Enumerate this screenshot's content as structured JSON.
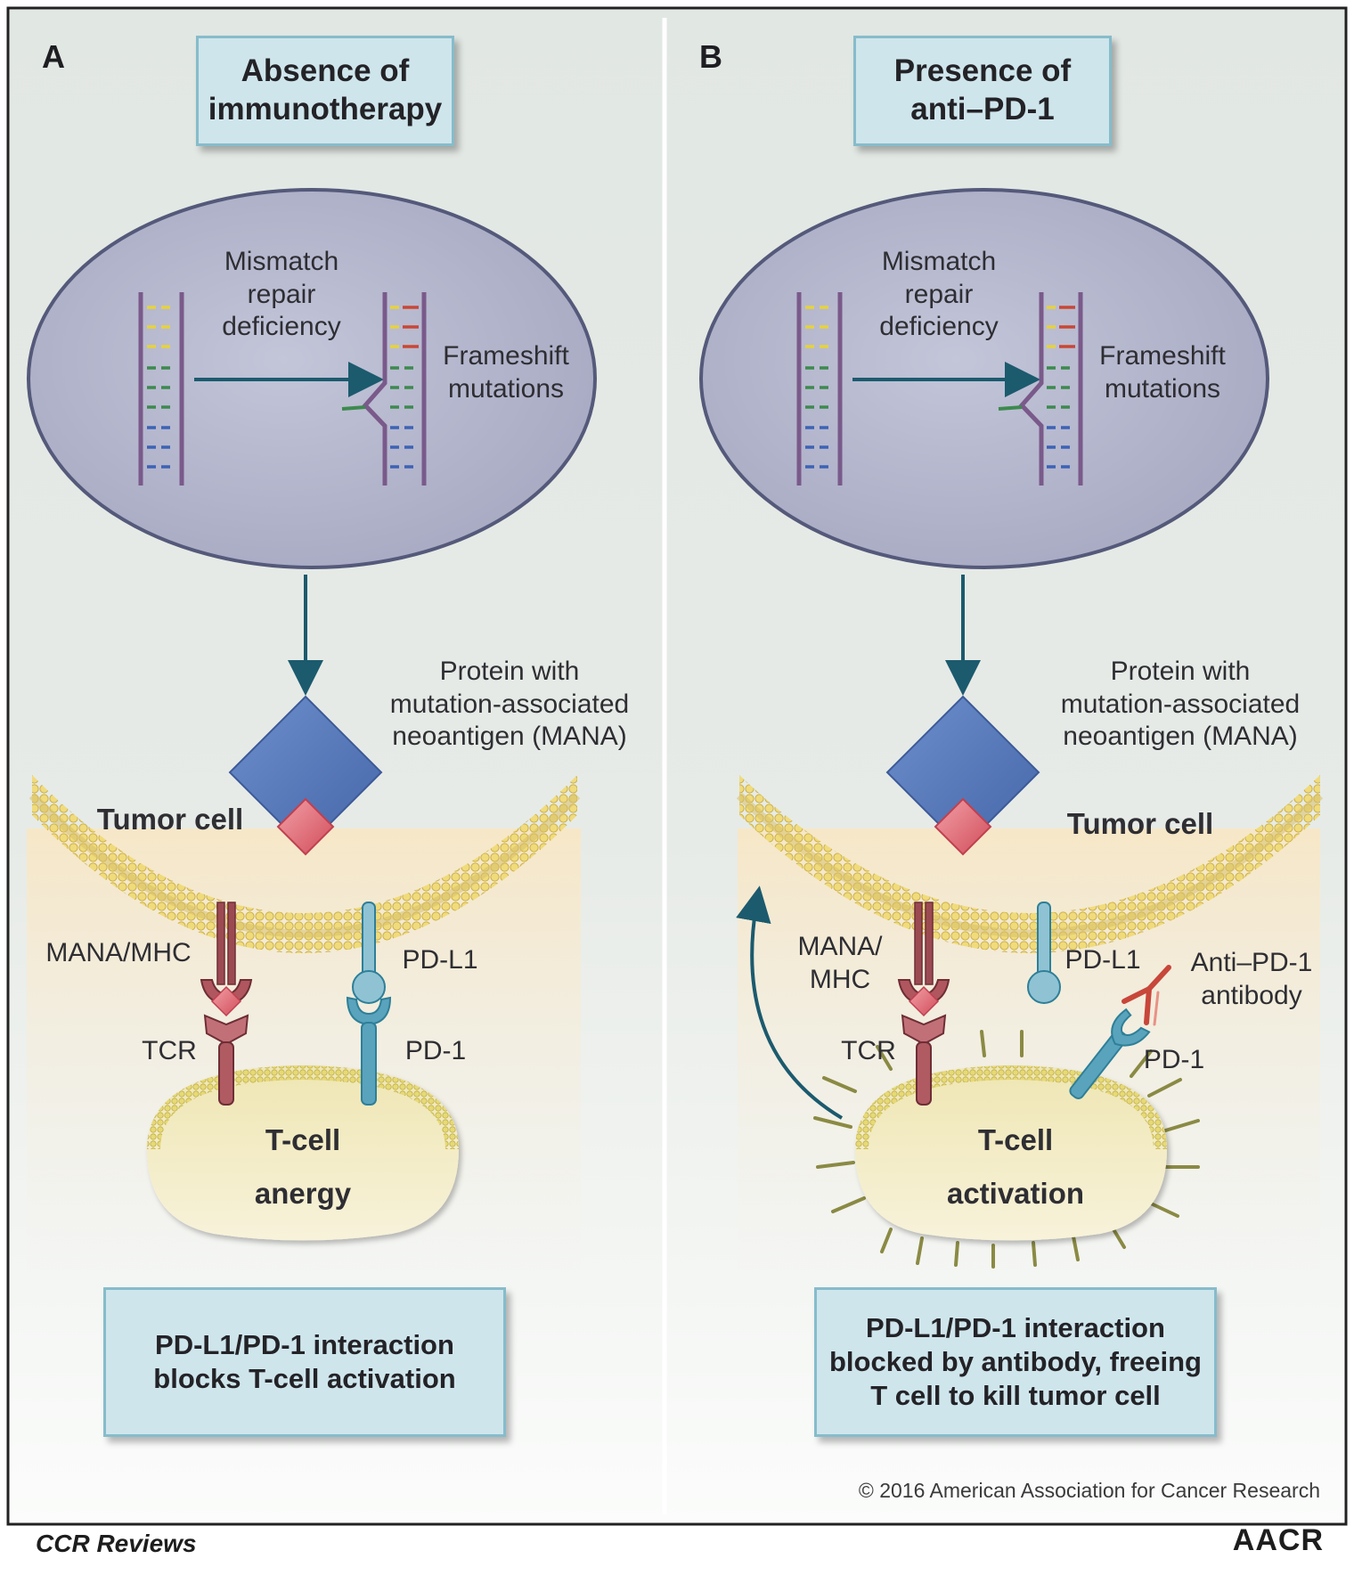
{
  "panel_a": {
    "letter": "A",
    "title": "Absence of\nimmunotherapy",
    "nucleus_label": "Mismatch\nrepair\ndeficiency",
    "mutation_label": "Frameshift\nmutations",
    "protein_label": "Protein with\nmutation-associated\nneoantigen (MANA)",
    "tumor_cell": "Tumor cell",
    "mana_mhc": "MANA/MHC",
    "tcr": "TCR",
    "pdl1": "PD-L1",
    "pd1": "PD-1",
    "tcell_line1": "T-cell",
    "tcell_line2": "anergy",
    "caption": "PD-L1/PD-1 interaction\nblocks T-cell activation"
  },
  "panel_b": {
    "letter": "B",
    "title": "Presence of\nanti–PD-1",
    "nucleus_label": "Mismatch\nrepair\ndeficiency",
    "mutation_label": "Frameshift\nmutations",
    "protein_label": "Protein with\nmutation-associated\nneoantigen (MANA)",
    "tumor_cell": "Tumor cell",
    "mana_mhc": "MANA/\nMHC",
    "tcr": "TCR",
    "pdl1": "PD-L1",
    "pd1": "PD-1",
    "antibody": "Anti–PD-1\nantibody",
    "tcell_line1": "T-cell",
    "tcell_line2": "activation",
    "caption": "PD-L1/PD-1 interaction\nblocked by antibody, freeing\nT cell to kill tumor cell"
  },
  "copyright": "© 2016 American Association for Cancer Research",
  "footer": {
    "journal": "CCR Reviews",
    "publisher": "AACR"
  },
  "colors": {
    "nucleus_fill": "#b7b9cf",
    "membrane": "#e6cd6a",
    "mana_blue": "#5576b8",
    "mana_red": "#dd5b68",
    "tcr_red": "#9c4a52",
    "pd1_teal": "#2e7f98",
    "arrow_dark": "#1c5a6e",
    "box_fill": "#cfe5ec",
    "antibody_red": "#c8463a"
  }
}
